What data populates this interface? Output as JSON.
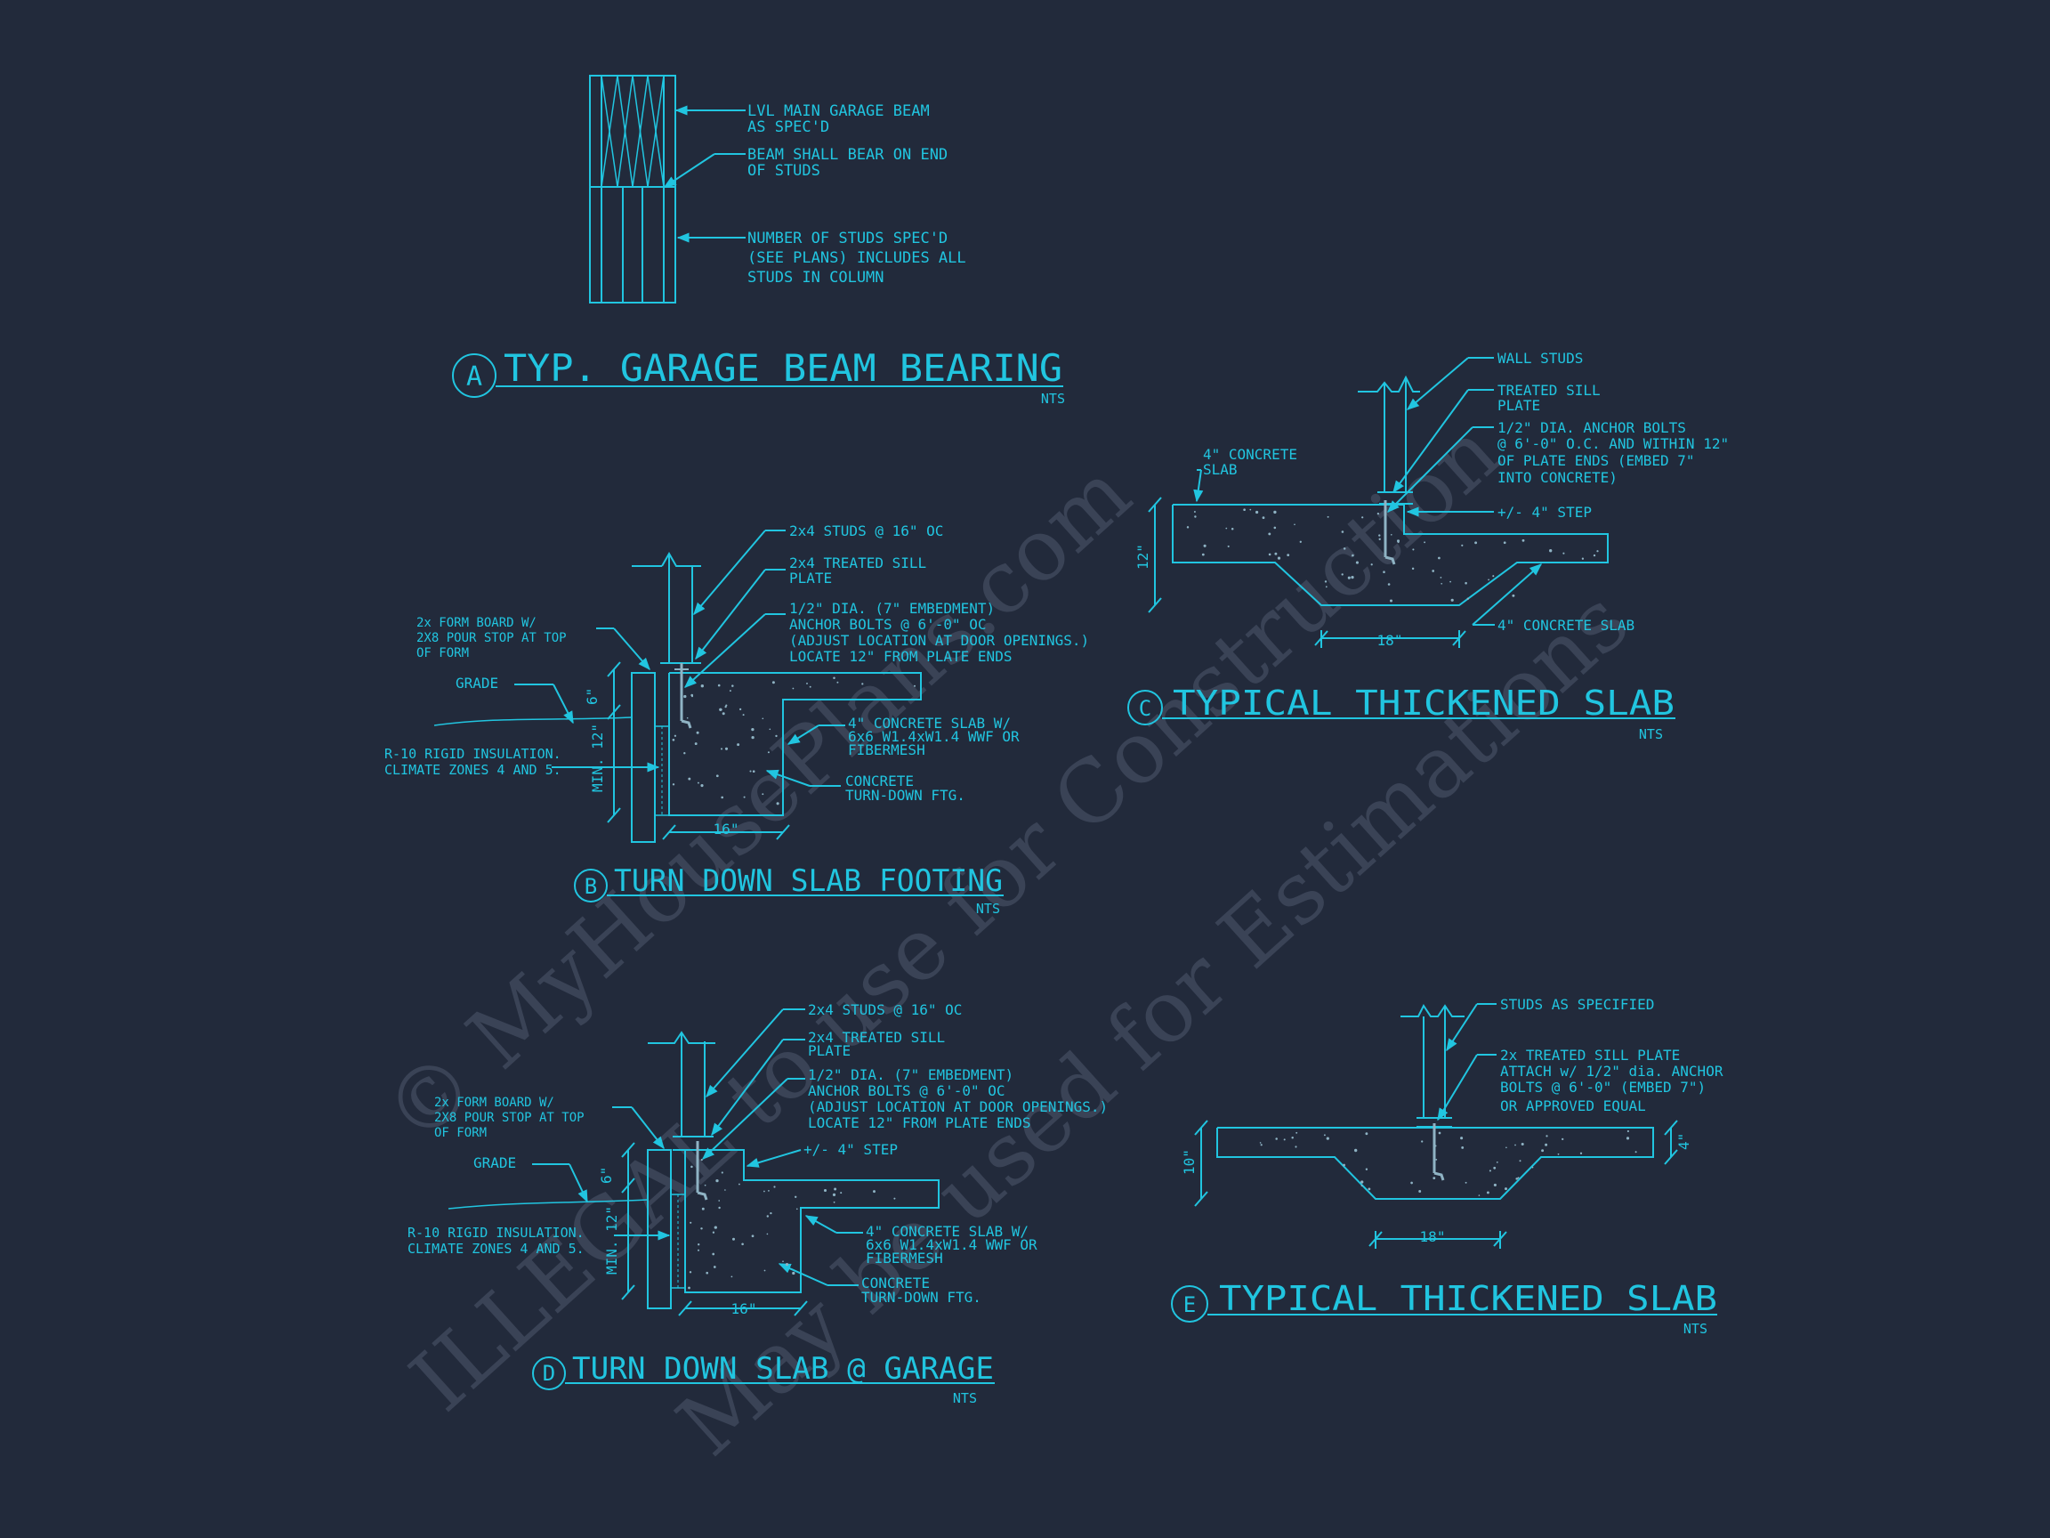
{
  "colors": {
    "background": "#222a3b",
    "line": "#21c5e0",
    "line_dim": "#1b8fa6",
    "gravel": "#8fb3c4",
    "watermark": "#3a4356"
  },
  "watermark": {
    "line1": "© MyHousePlans.com",
    "line2": "ILLEGAL to use for Construction",
    "line3": "May be used for Estimations"
  },
  "detail_a": {
    "marker": "A",
    "title": "TYP. GARAGE BEAM BEARING",
    "scale": "NTS",
    "notes": [
      [
        "LVL MAIN GARAGE BEAM",
        "AS SPEC'D"
      ],
      [
        "BEAM SHALL BEAR ON END",
        "OF STUDS"
      ],
      [
        "NUMBER OF STUDS SPEC'D",
        "(SEE PLANS) INCLUDES ALL",
        "STUDS IN COLUMN"
      ]
    ]
  },
  "detail_b": {
    "marker": "B",
    "title": "TURN DOWN SLAB FOOTING",
    "scale": "NTS",
    "notes": {
      "studs": [
        "2x4 STUDS @ 16\" OC"
      ],
      "sill": [
        "2x4 TREATED SILL",
        "PLATE"
      ],
      "bolts": [
        "1/2\" DIA. (7\" EMBEDMENT)",
        "ANCHOR BOLTS @ 6'-0\" OC",
        "(ADJUST LOCATION AT DOOR OPENINGS.)",
        "LOCATE 12\" FROM PLATE ENDS"
      ],
      "form": [
        "2x FORM BOARD W/",
        "2X8 POUR STOP AT TOP",
        "OF FORM"
      ],
      "grade": [
        "GRADE"
      ],
      "insulation": [
        "R-10 RIGID INSULATION.",
        "CLIMATE ZONES 4 AND 5."
      ],
      "slab": [
        "4\" CONCRETE SLAB W/",
        "6x6 W1.4xW1.4 WWF OR",
        "FIBERMESH"
      ],
      "footing": [
        "CONCRETE",
        "TURN-DOWN FTG."
      ]
    },
    "dims": {
      "top": "6\"",
      "depth": "MIN. 12\"",
      "width": "16\""
    }
  },
  "detail_c": {
    "marker": "C",
    "title": "TYPICAL THICKENED SLAB",
    "scale": "NTS",
    "notes": {
      "studs": [
        "WALL STUDS"
      ],
      "sill": [
        "TREATED SILL",
        "PLATE"
      ],
      "bolts": [
        "1/2\" DIA. ANCHOR BOLTS",
        "@ 6'-0\" O.C. AND WITHIN 12\"",
        "OF PLATE ENDS (EMBED 7\"",
        "INTO CONCRETE)"
      ],
      "slab_left": [
        "4\" CONCRETE",
        "SLAB"
      ],
      "step": [
        "+/- 4\" STEP"
      ],
      "slab_right": [
        "4\" CONCRETE SLAB"
      ]
    },
    "dims": {
      "depth": "12\"",
      "width": "18\""
    }
  },
  "detail_d": {
    "marker": "D",
    "title": "TURN DOWN SLAB @ GARAGE",
    "scale": "NTS",
    "notes": {
      "studs": [
        "2x4 STUDS @ 16\" OC"
      ],
      "sill": [
        "2x4 TREATED SILL",
        "PLATE"
      ],
      "bolts": [
        "1/2\" DIA. (7\" EMBEDMENT)",
        "ANCHOR BOLTS @ 6'-0\" OC",
        "(ADJUST LOCATION AT DOOR OPENINGS.)",
        "LOCATE 12\" FROM PLATE ENDS"
      ],
      "step": [
        "+/- 4\" STEP"
      ],
      "form": [
        "2x FORM BOARD W/",
        "2X8 POUR STOP AT TOP",
        "OF FORM"
      ],
      "grade": [
        "GRADE"
      ],
      "insulation": [
        "R-10 RIGID INSULATION.",
        "CLIMATE ZONES 4 AND 5."
      ],
      "slab": [
        "4\" CONCRETE SLAB W/",
        "6x6 W1.4xW1.4 WWF OR",
        "FIBERMESH"
      ],
      "footing": [
        "CONCRETE",
        "TURN-DOWN FTG."
      ]
    },
    "dims": {
      "top": "6\"",
      "depth": "MIN. 12\"",
      "width": "16\""
    }
  },
  "detail_e": {
    "marker": "E",
    "title": "TYPICAL THICKENED SLAB",
    "scale": "NTS",
    "notes": {
      "studs": [
        "STUDS AS SPECIFIED"
      ],
      "sill": [
        "2x  TREATED SILL PLATE",
        "ATTACH w/ 1/2\" dia. ANCHOR",
        "BOLTS @ 6'-0\" (EMBED 7\")",
        "OR APPROVED EQUAL"
      ]
    },
    "dims": {
      "depth": "10\"",
      "slab": "4\"",
      "width": "18\""
    }
  }
}
